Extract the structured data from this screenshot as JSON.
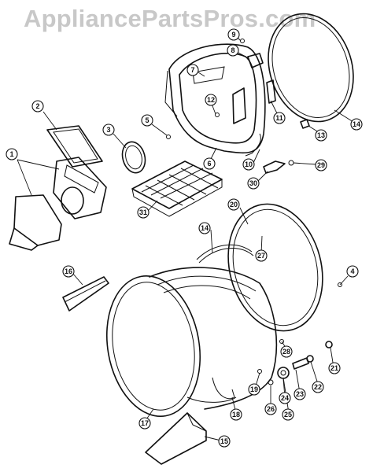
{
  "watermark": "AppliancePartsPros.com",
  "callouts": [
    "1",
    "2",
    "3",
    "4",
    "5",
    "6",
    "7",
    "8",
    "9",
    "10",
    "11",
    "12",
    "13",
    "14",
    "14",
    "15",
    "16",
    "17",
    "18",
    "19",
    "20",
    "21",
    "22",
    "23",
    "24",
    "25",
    "26",
    "27",
    "28",
    "29",
    "30",
    "31"
  ]
}
